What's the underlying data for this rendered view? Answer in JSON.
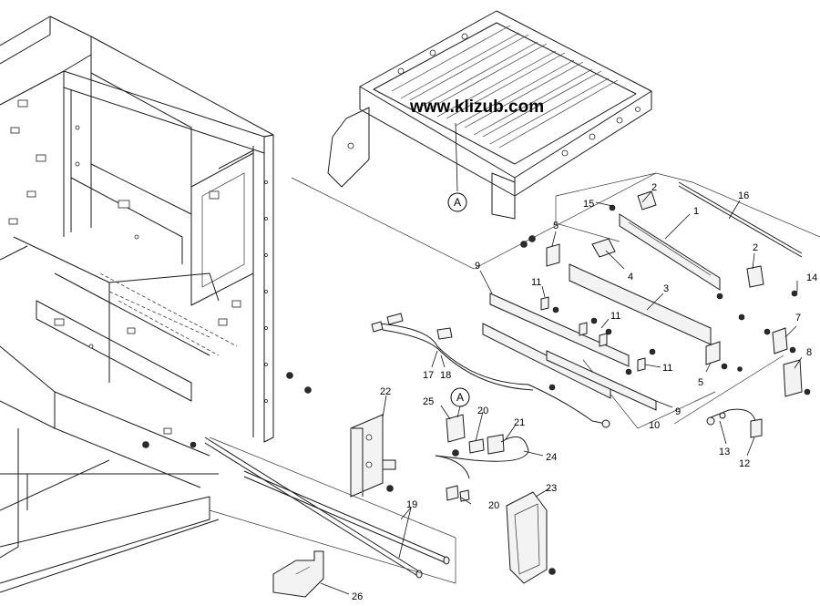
{
  "watermark": "www.klizub.com",
  "callouts": [
    {
      "id": "callout-a-top",
      "text": "A"
    },
    {
      "id": "callout-a-mid",
      "text": "A"
    }
  ],
  "part_numbers": [
    {
      "id": "1",
      "text": "1"
    },
    {
      "id": "2a",
      "text": "2"
    },
    {
      "id": "2b",
      "text": "2"
    },
    {
      "id": "3",
      "text": "3"
    },
    {
      "id": "4",
      "text": "4"
    },
    {
      "id": "5a",
      "text": "5"
    },
    {
      "id": "5b",
      "text": "5"
    },
    {
      "id": "7",
      "text": "7"
    },
    {
      "id": "8",
      "text": "8"
    },
    {
      "id": "9a",
      "text": "9"
    },
    {
      "id": "9b",
      "text": "9"
    },
    {
      "id": "10",
      "text": "10"
    },
    {
      "id": "11a",
      "text": "11"
    },
    {
      "id": "11b",
      "text": "11"
    },
    {
      "id": "11c",
      "text": "11"
    },
    {
      "id": "12",
      "text": "12"
    },
    {
      "id": "13",
      "text": "13"
    },
    {
      "id": "14",
      "text": "14"
    },
    {
      "id": "15",
      "text": "15"
    },
    {
      "id": "16",
      "text": "16"
    },
    {
      "id": "17",
      "text": "17"
    },
    {
      "id": "18",
      "text": "18"
    },
    {
      "id": "19",
      "text": "19"
    },
    {
      "id": "20a",
      "text": "20"
    },
    {
      "id": "20b",
      "text": "20"
    },
    {
      "id": "21",
      "text": "21"
    },
    {
      "id": "22",
      "text": "22"
    },
    {
      "id": "23",
      "text": "23"
    },
    {
      "id": "24",
      "text": "24"
    },
    {
      "id": "25",
      "text": "25"
    },
    {
      "id": "26",
      "text": "26"
    }
  ]
}
